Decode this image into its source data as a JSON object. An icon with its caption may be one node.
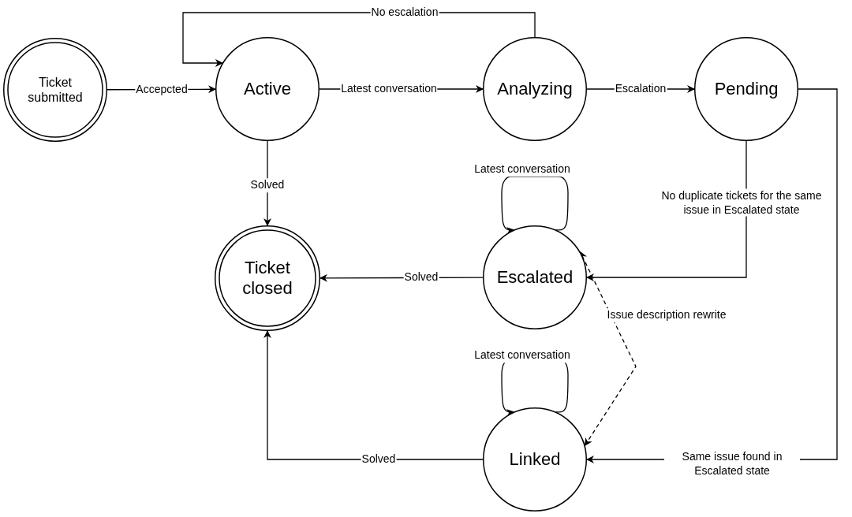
{
  "diagram": {
    "nodes": [
      {
        "text": [
          "Ticket submitted"
        ]
      },
      {
        "text": [
          "Active"
        ]
      },
      {
        "text": [
          "Analyzing"
        ]
      },
      {
        "text": [
          "Pending"
        ]
      },
      {
        "text": [
          "Ticket closed"
        ]
      },
      {
        "text": [
          "Escalated"
        ]
      },
      {
        "text": [
          "Linked"
        ]
      }
    ],
    "edges": [
      {
        "from": 0,
        "to": 1,
        "arrow": "to",
        "label": "Accepcted"
      },
      {
        "from": 1,
        "to": 2,
        "arrow": "to",
        "label": "Latest conversation"
      },
      {
        "from": 2,
        "to": 1,
        "arrow": "to",
        "label": "No escalation"
      },
      {
        "from": 2,
        "to": 3,
        "arrow": "to",
        "label": "Escalation"
      },
      {
        "from": 1,
        "to": 4,
        "arrow": "to",
        "label": "Solved"
      },
      {
        "from": 5,
        "to": 4,
        "arrow": "to",
        "label": "Solved"
      },
      {
        "from": 6,
        "to": 4,
        "arrow": "to",
        "label": "Solved"
      },
      {
        "from": 3,
        "to": 5,
        "arrow": "to",
        "label": "No duplicate tickets for the same issue in Escalated state"
      },
      {
        "from": 3,
        "to": 6,
        "arrow": "to",
        "label": "Same issue found in Escalated state"
      },
      {
        "from": 5,
        "to": 5,
        "arrow": "to",
        "label": "Latest conversation"
      },
      {
        "from": 6,
        "to": 6,
        "arrow": "to",
        "label": "Latest conversation"
      },
      {
        "from": 6,
        "to": 5,
        "arrow": "both",
        "label": "Issue description rewrite",
        "style": "dashed"
      }
    ]
  }
}
